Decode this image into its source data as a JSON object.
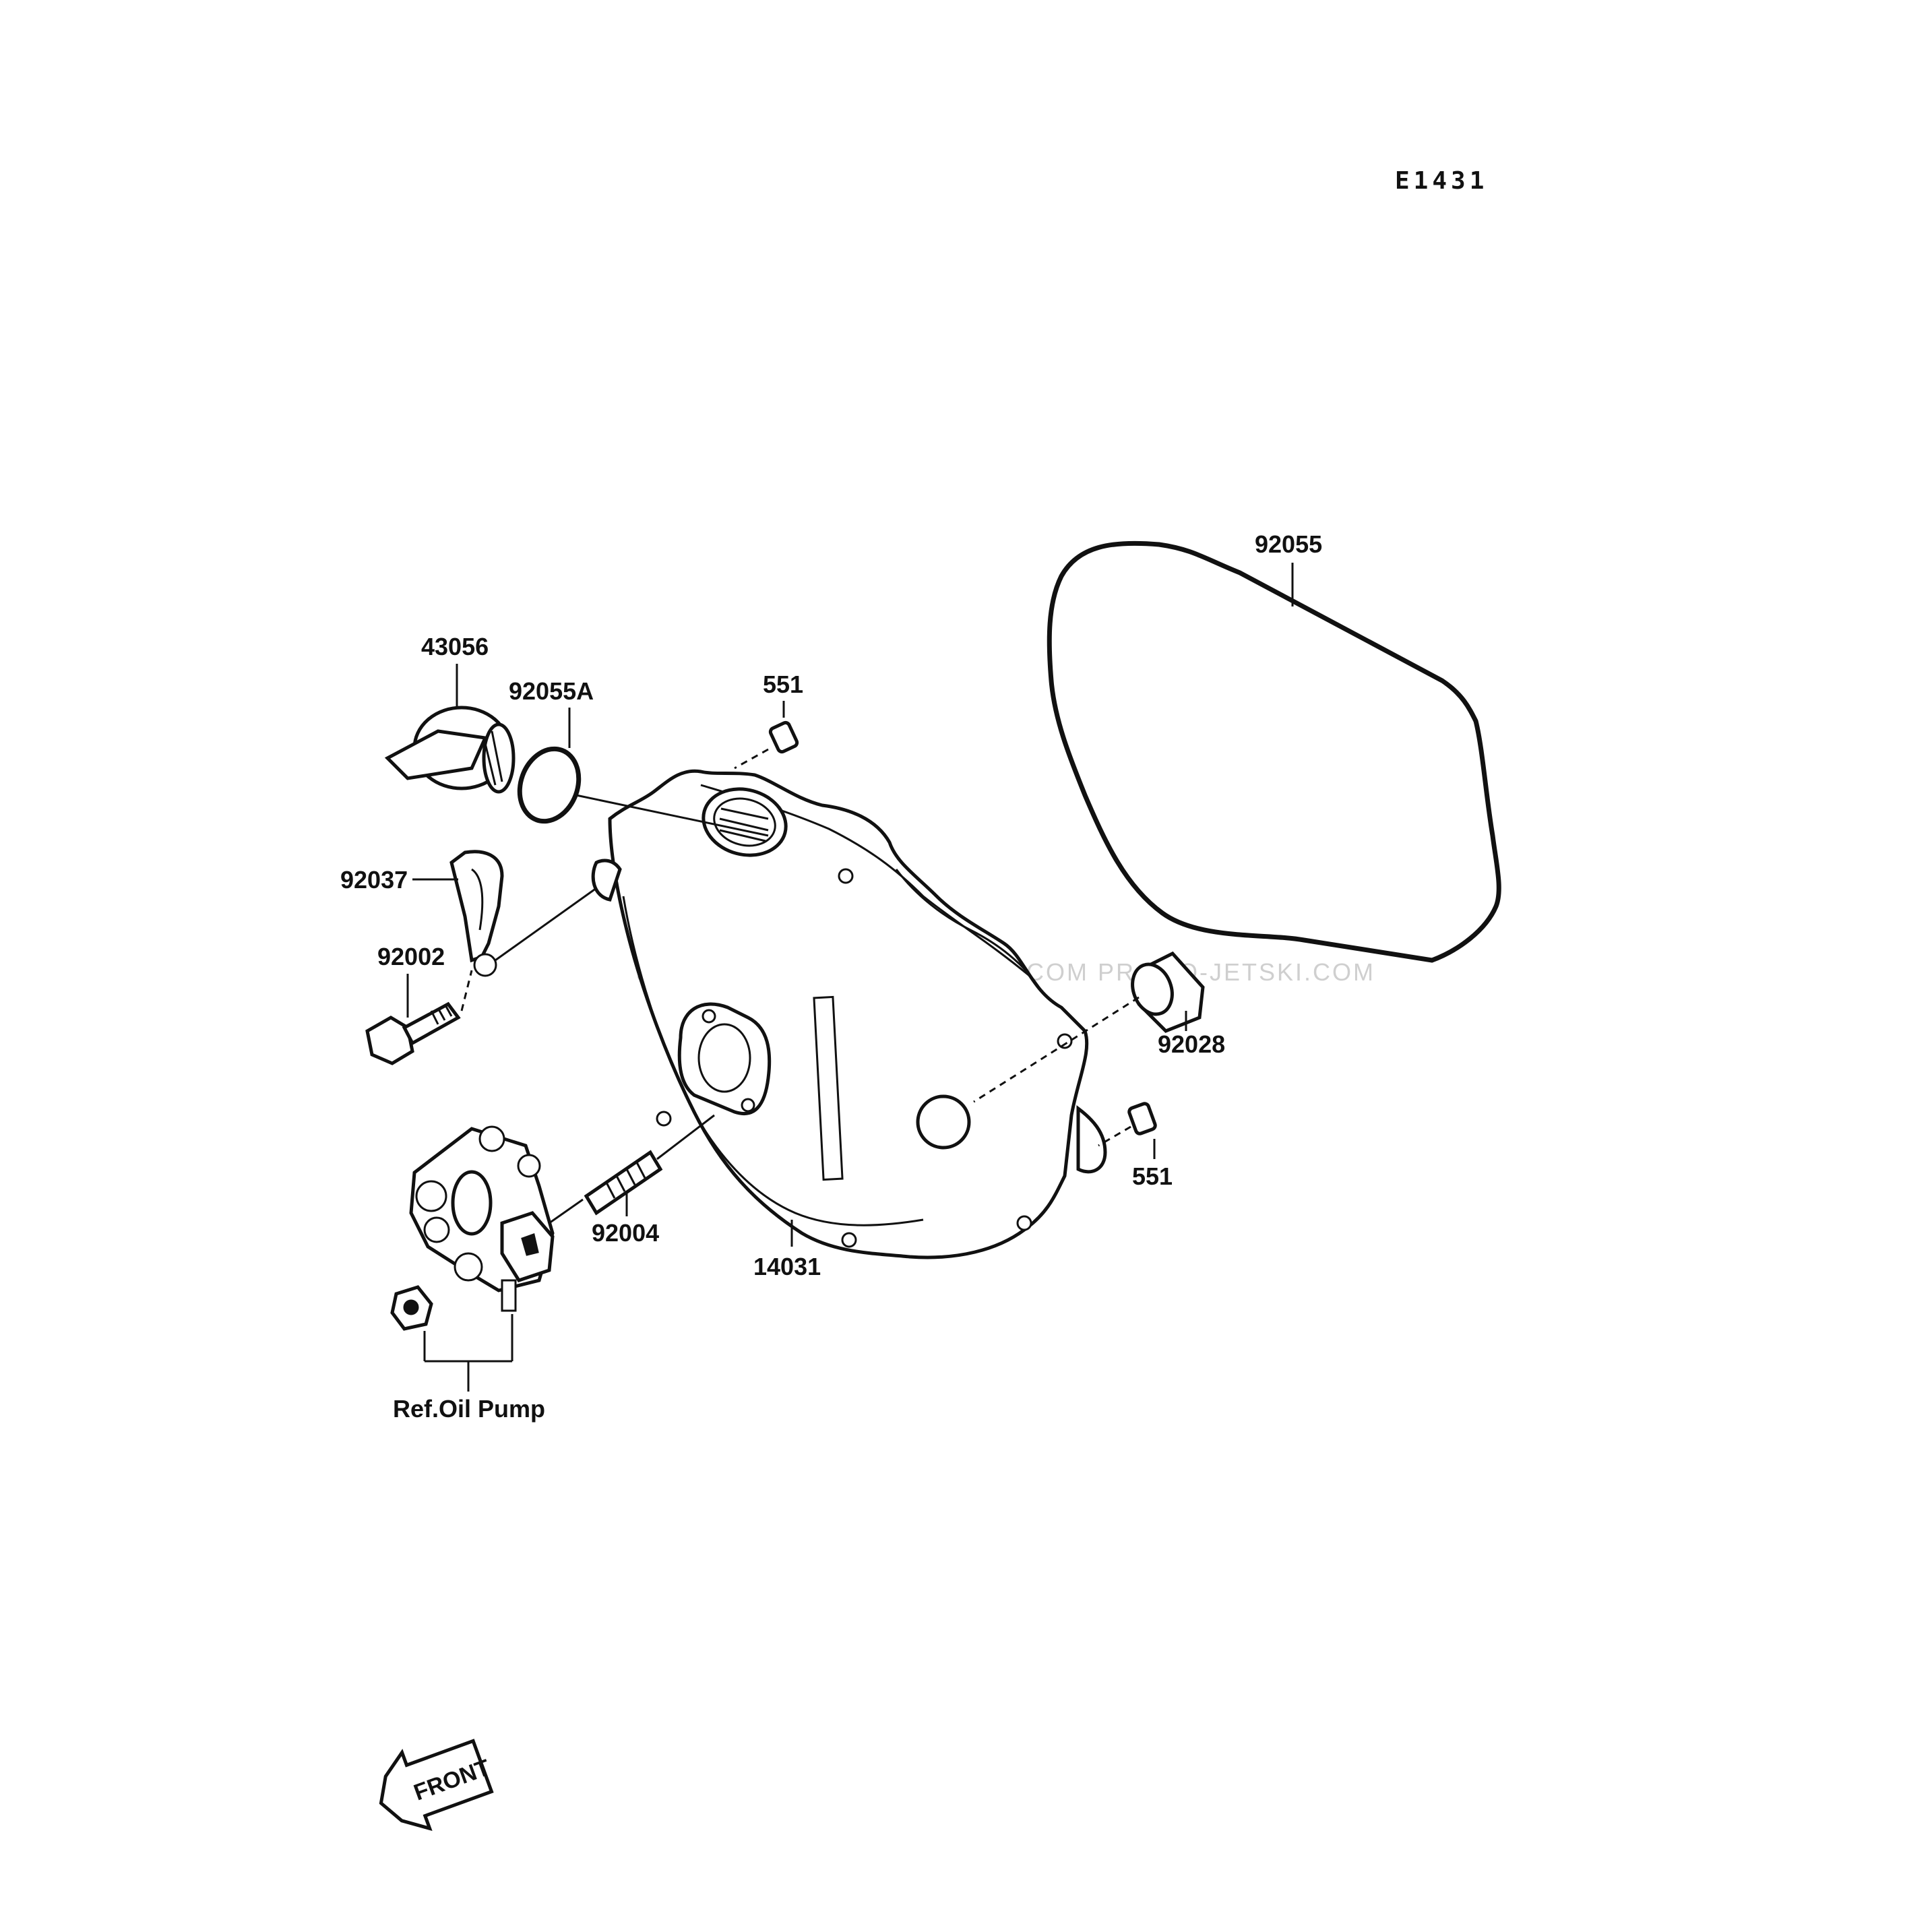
{
  "diagram_code": "E1431",
  "watermark": "JETSKI.COM PROMO-JETSKI.COM PROMO-JETSKI.COM",
  "parts": {
    "gasket_large": "92055",
    "oil_cap": "43056",
    "o_ring": "92055A",
    "dowel_top": "551",
    "clamp": "92037",
    "bolt": "92002",
    "bushing": "92028",
    "dowel_right": "551",
    "stud": "92004",
    "cover": "14031"
  },
  "reference_label": "Ref.Oil Pump",
  "front_arrow_label": "FRONT"
}
